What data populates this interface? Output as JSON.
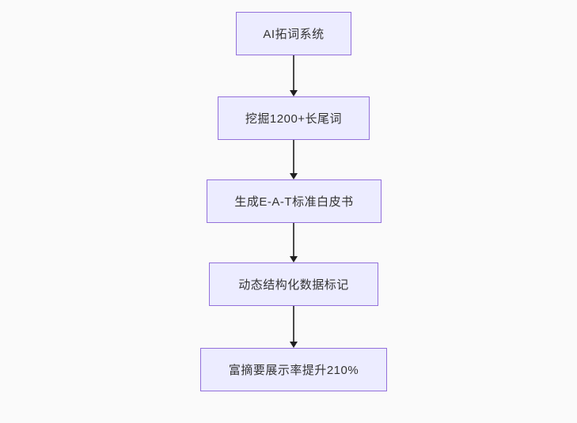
{
  "flowchart": {
    "type": "vertical-flowchart",
    "background_color": "#fafafa",
    "node_fill_color": "#ececff",
    "node_border_color": "#9370db",
    "text_color": "#333333",
    "arrow_color": "#333333",
    "nodes": [
      {
        "label": "AI拓词系统"
      },
      {
        "label": "挖掘1200+长尾词"
      },
      {
        "label": "生成E-A-T标准白皮书"
      },
      {
        "label": "动态结构化数据标记"
      },
      {
        "label": "富摘要展示率提升210%"
      }
    ],
    "edges": [
      {
        "from": 0,
        "to": 1
      },
      {
        "from": 1,
        "to": 2
      },
      {
        "from": 2,
        "to": 3
      },
      {
        "from": 3,
        "to": 4
      }
    ]
  }
}
